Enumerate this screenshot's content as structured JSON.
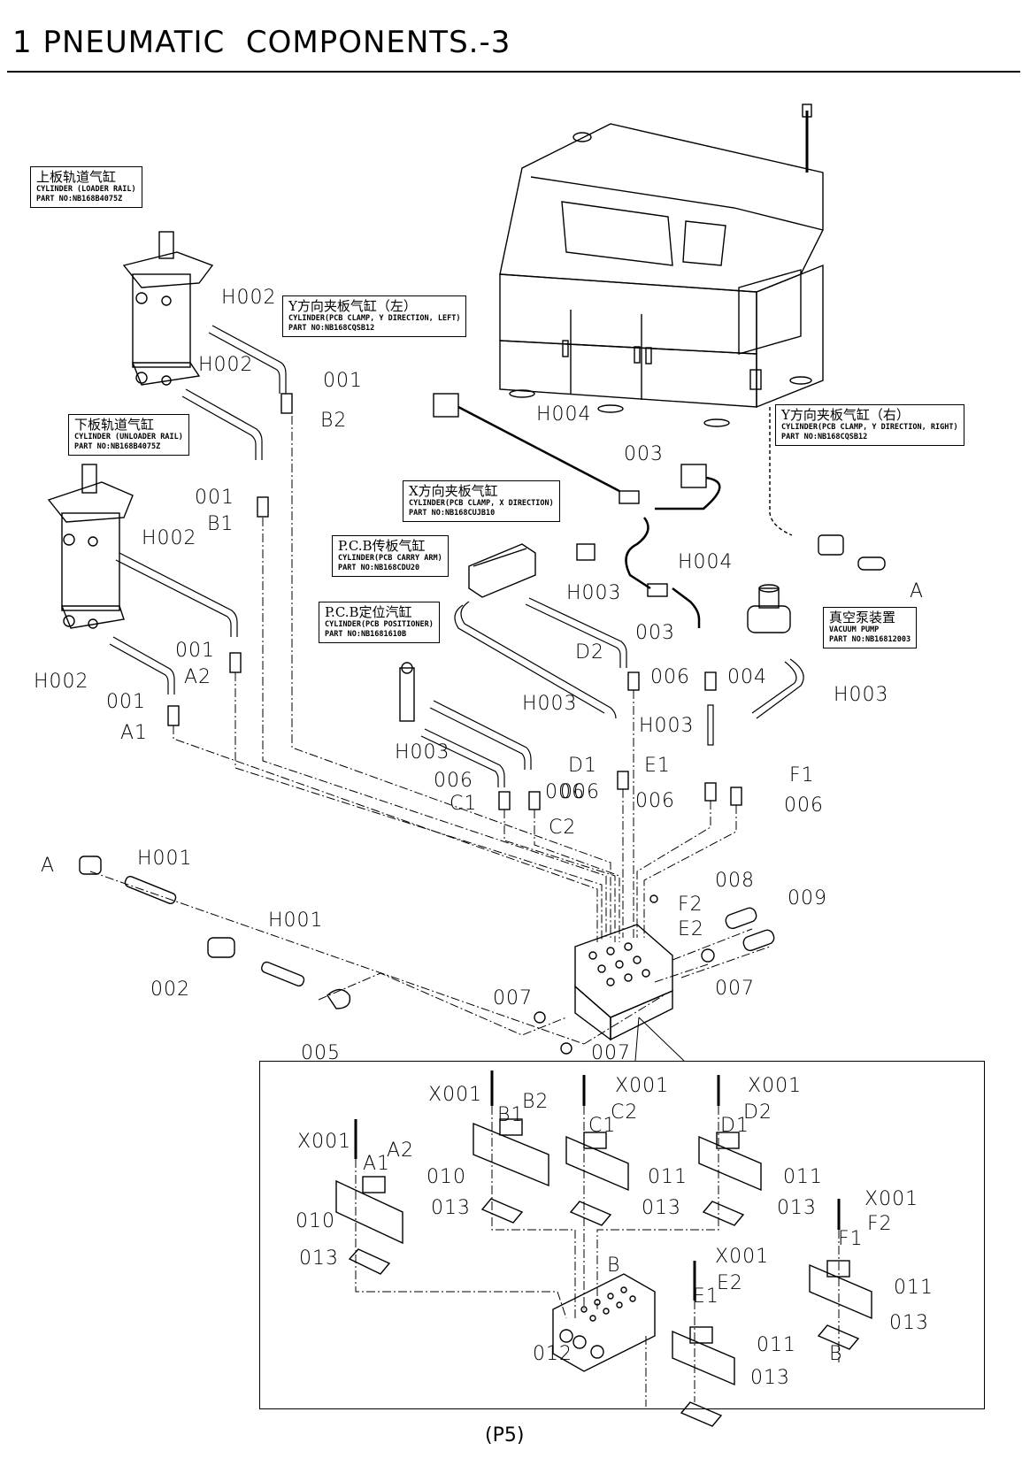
{
  "page": {
    "title": "1 PNEUMATIC  COMPONENTS.-3",
    "page_number": "(P5)"
  },
  "callouts": {
    "loader_rail": {
      "cn": "上板轨道气缸",
      "en": "CYLINDER (LOADER RAIL)",
      "part": "PART NO:NB168B4075Z"
    },
    "unloader_rail": {
      "cn": "下板轨道气缸",
      "en": "CYLINDER (UNLOADER RAIL)",
      "part": "PART NO:NB168B4075Z"
    },
    "clamp_y_left": {
      "cn": "Y方向夹板气缸（左）",
      "en": "CYLINDER(PCB CLAMP, Y DIRECTION, LEFT)",
      "part": "PART NO:NB168CQSB12"
    },
    "clamp_y_right": {
      "cn": "Y方向夹板气缸（右）",
      "en": "CYLINDER(PCB CLAMP, Y DIRECTION, RIGHT)",
      "part": "PART NO:NB168CQSB12"
    },
    "clamp_x": {
      "cn": "X方向夹板气缸",
      "en": "CYLINDER(PCB CLAMP, X DIRECTION)",
      "part": "PART NO:NB168CUJB10"
    },
    "carry_arm": {
      "cn": "P.C.B传板气缸",
      "en": "CYLINDER(PCB CARRY ARM)",
      "part": "PART NO:NB168CDU20"
    },
    "positioner": {
      "cn": "P.C.B定位汽缸",
      "en": "CYLINDER(PCB POSITIONER)",
      "part": "PART NO:NB1681610B"
    },
    "vacuum_pump": {
      "cn": "真空泵装置",
      "en": "VACUUM PUMP",
      "part": "PART NO:NB16812003"
    }
  },
  "labels": {
    "h002_a": "H002",
    "h002_b": "H002",
    "h002_c": "H002",
    "h002_d": "H002",
    "p001_b2": "001",
    "b2": "B2",
    "p001_b1": "001",
    "b1": "B1",
    "p001_a2": "001",
    "a2": "A2",
    "p001_a1": "001",
    "a1": "A1",
    "h004_a": "H004",
    "h004_b": "H004",
    "p003_a": "003",
    "p003_b": "003",
    "h003_a": "H003",
    "h003_b": "H003",
    "h003_c": "H003",
    "h003_d": "H003",
    "h003_e": "H003",
    "d2": "D2",
    "p006_d2": "006",
    "p004": "004",
    "d1": "D1",
    "p006_d1": "006",
    "e1": "E1",
    "p006_e1": "006",
    "f1": "F1",
    "p006_f1": "006",
    "p006_c1": "006",
    "c1": "C1",
    "p006_c2": "006",
    "c2": "C2",
    "a_top": "A",
    "a_left": "A",
    "h001_a": "H001",
    "h001_b": "H001",
    "p002": "002",
    "p005": "005",
    "p008": "008",
    "f2": "F2",
    "e2": "E2",
    "p009": "009",
    "p007_a": "007",
    "p007_b": "007",
    "p007_c": "007"
  },
  "inset_labels": {
    "x001_a": "X001",
    "a1": "A1",
    "a2": "A2",
    "p010_a": "010",
    "p013_a": "013",
    "x001_b": "X001",
    "b1": "B1",
    "b2": "B2",
    "p010_b": "010",
    "p013_b": "013",
    "x001_c": "X001",
    "c1": "C1",
    "c2": "C2",
    "p011_c": "011",
    "p013_c": "013",
    "x001_d": "X001",
    "d1": "D1",
    "d2": "D2",
    "p011_d": "011",
    "p013_d": "013",
    "x001_f": "X001",
    "f1": "F1",
    "f2": "F2",
    "p011_f": "011",
    "p013_f": "013",
    "b_bottom": "B",
    "x001_e": "X001",
    "e1": "E1",
    "e2": "E2",
    "p011_e": "011",
    "p013_e": "013",
    "manifold_b": "B",
    "p012": "012"
  }
}
